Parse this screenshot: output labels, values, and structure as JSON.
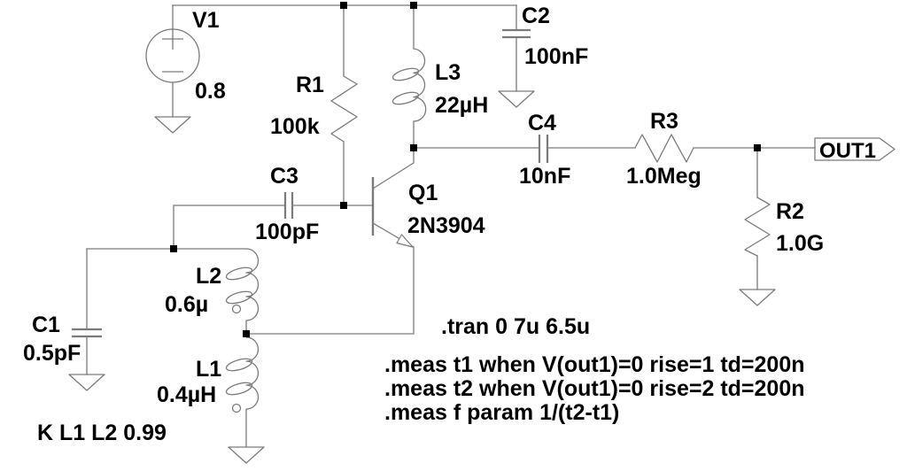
{
  "app": "circuit-schematic-editor",
  "colors": {
    "background": "#ffffff",
    "wire": "#7a7a7a",
    "text": "#000000",
    "junction": "#000000"
  },
  "components": {
    "v1": {
      "designator": "V1",
      "value": "0.8",
      "type": "voltage-source"
    },
    "r1": {
      "designator": "R1",
      "value": "100k",
      "type": "resistor"
    },
    "r2": {
      "designator": "R2",
      "value": "1.0G",
      "type": "resistor"
    },
    "r3": {
      "designator": "R3",
      "value": "1.0Meg",
      "type": "resistor"
    },
    "c1": {
      "designator": "C1",
      "value": "0.5pF",
      "type": "capacitor"
    },
    "c2": {
      "designator": "C2",
      "value": "100nF",
      "type": "capacitor"
    },
    "c3": {
      "designator": "C3",
      "value": "100pF",
      "type": "capacitor"
    },
    "c4": {
      "designator": "C4",
      "value": "10nF",
      "type": "capacitor"
    },
    "l1": {
      "designator": "L1",
      "value": "0.4µH",
      "type": "inductor"
    },
    "l2": {
      "designator": "L2",
      "value": "0.6µ",
      "type": "inductor"
    },
    "l3": {
      "designator": "L3",
      "value": "22µH",
      "type": "inductor"
    },
    "q1": {
      "designator": "Q1",
      "value": "2N3904",
      "type": "npn-transistor"
    }
  },
  "net_labels": {
    "out1": "OUT1"
  },
  "directives": {
    "coupling": "K L1 L2 0.99",
    "tran": ".tran 0 7u 6.5u",
    "meas_t1": ".meas t1 when V(out1)=0 rise=1 td=200n",
    "meas_t2": ".meas t2 when V(out1)=0 rise=2 td=200n",
    "meas_f": ".meas f param 1/(t2-t1)"
  }
}
